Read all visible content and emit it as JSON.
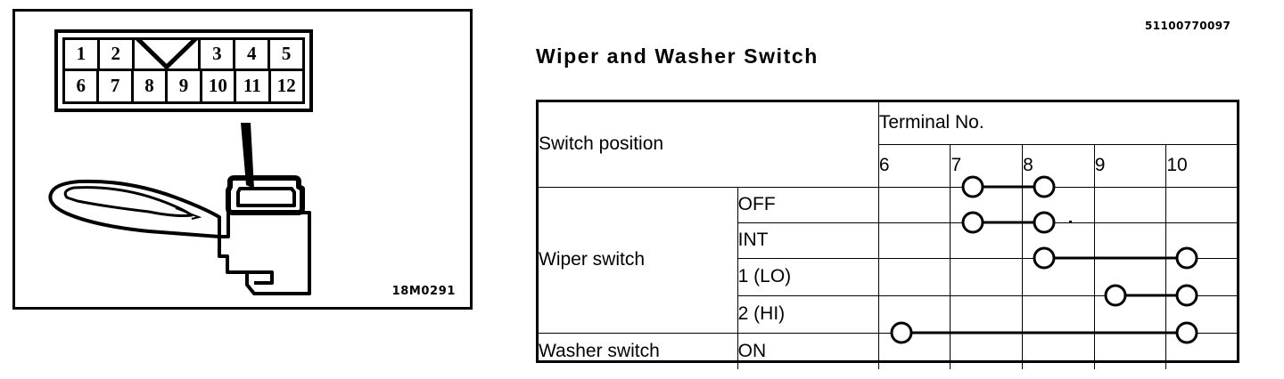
{
  "part_number": "51100770097",
  "section_title": "Wiper and Washer Switch",
  "illustration": {
    "figure_code": "18M0291",
    "connector": {
      "top_row": [
        "1",
        "2",
        "notch",
        "3",
        "4",
        "5"
      ],
      "bottom_row": [
        "6",
        "7",
        "8",
        "9",
        "10",
        "11",
        "12"
      ],
      "notch_label": "keying-notch"
    },
    "lever_label": "wiper-washer-combination-switch-lever"
  },
  "table": {
    "header": {
      "switch_position": "Switch position",
      "terminal_no": "Terminal No."
    },
    "terminals": [
      "6",
      "7",
      "8",
      "9",
      "10"
    ],
    "groups": [
      {
        "label": "Wiper switch",
        "rows": [
          {
            "position": "OFF",
            "connections": [
              [
                "7",
                "8"
              ]
            ]
          },
          {
            "position": "INT",
            "connections": [
              [
                "7",
                "8"
              ]
            ]
          },
          {
            "position": "1 (LO)",
            "connections": [
              [
                "8",
                "10"
              ]
            ]
          },
          {
            "position": "2 (HI)",
            "connections": [
              [
                "9",
                "10"
              ]
            ]
          }
        ]
      },
      {
        "label": "Washer switch",
        "rows": [
          {
            "position": "ON",
            "connections": [
              [
                "6",
                "10"
              ]
            ]
          }
        ]
      }
    ]
  },
  "colors": {
    "ink": "#000000",
    "paper": "#ffffff"
  }
}
